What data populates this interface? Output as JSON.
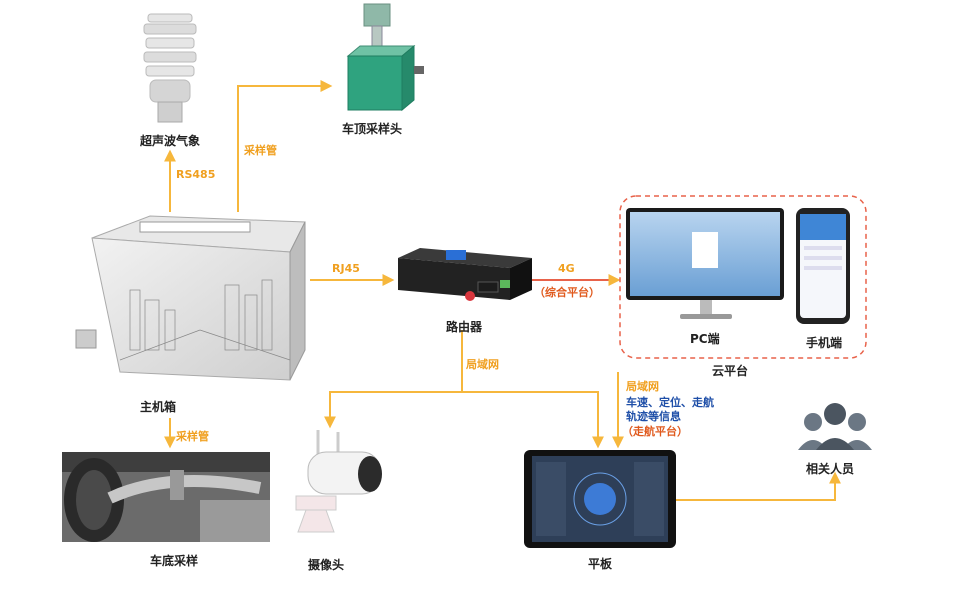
{
  "devices": {
    "weather_station": "超声波气象",
    "roof_sampling_head": "车顶采样头",
    "main_box": "主机箱",
    "router": "路由器",
    "underbody_sampling": "车底采样",
    "camera": "摄像头",
    "tablet": "平板",
    "pc": "PC端",
    "mobile": "手机端",
    "cloud_platform": "云平台",
    "personnel": "相关人员"
  },
  "links": {
    "rs485": "RS485",
    "sampling_pipe_top": "采样管",
    "rj45": "RJ45",
    "net_4g": "4G",
    "integrated_platform": "（综合平台）",
    "lan_router": "局域网",
    "sampling_pipe_bottom": "采样管",
    "lan_tablet": "局域网",
    "track_info_1": "车速、定位、走航",
    "track_info_2": "轨迹等信息",
    "walk_platform": "（走航平台）"
  },
  "colors": {
    "arrow": "#f6b73c",
    "cloud_border": "#e8624a",
    "info_text": "#1f4fa8",
    "platform_text": "#e05a1e"
  }
}
